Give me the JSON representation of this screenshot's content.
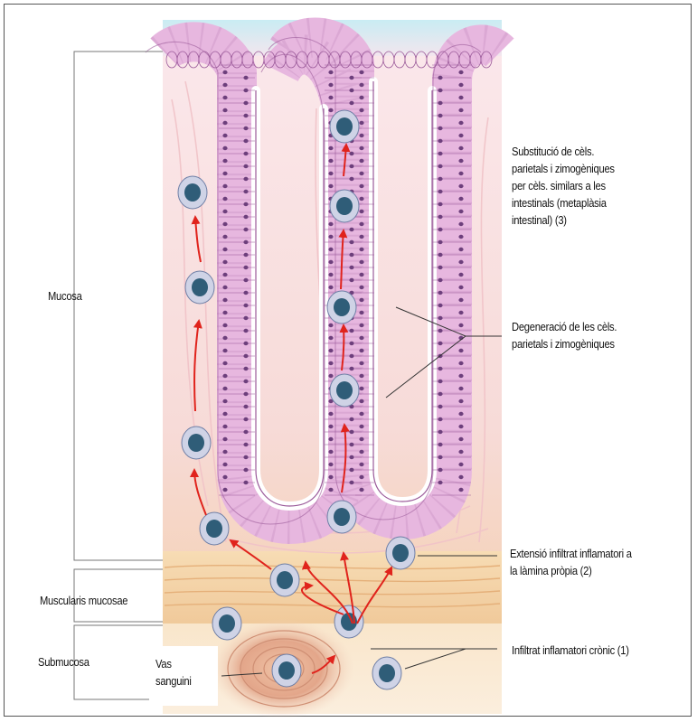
{
  "labels": {
    "mucosa": "Mucosa",
    "muscularis": "Muscularis mucosae",
    "submucosa": "Submucosa",
    "vas": "Vas\nsanguini",
    "substitucio": "Substitució de cèls.\nparietals i zimogèniques\nper cèls. similars a les\nintestinals (metaplàsia\nintestinal) (3)",
    "degeneracio": "Degeneració de les cèls.\nparietals i zimogèniques",
    "extensio": "Extensió infiltrat inflamatori a\nla làmina pròpia (2)",
    "infiltrat": "Infiltrat inflamatori crònic (1)"
  },
  "colors": {
    "epithelium": "#e7b7df",
    "epithelium_stroke": "#9b5a9a",
    "nucleus": "#6d3f7c",
    "lamina": "#f6d9d2",
    "muscularis": "#f3cfa6",
    "submucosa": "#f8e2c6",
    "lumen": "#d8f0f4",
    "cell_body": "#cfd3e6",
    "cell_nucleus": "#2f5d78",
    "arrow": "#e0231c"
  }
}
